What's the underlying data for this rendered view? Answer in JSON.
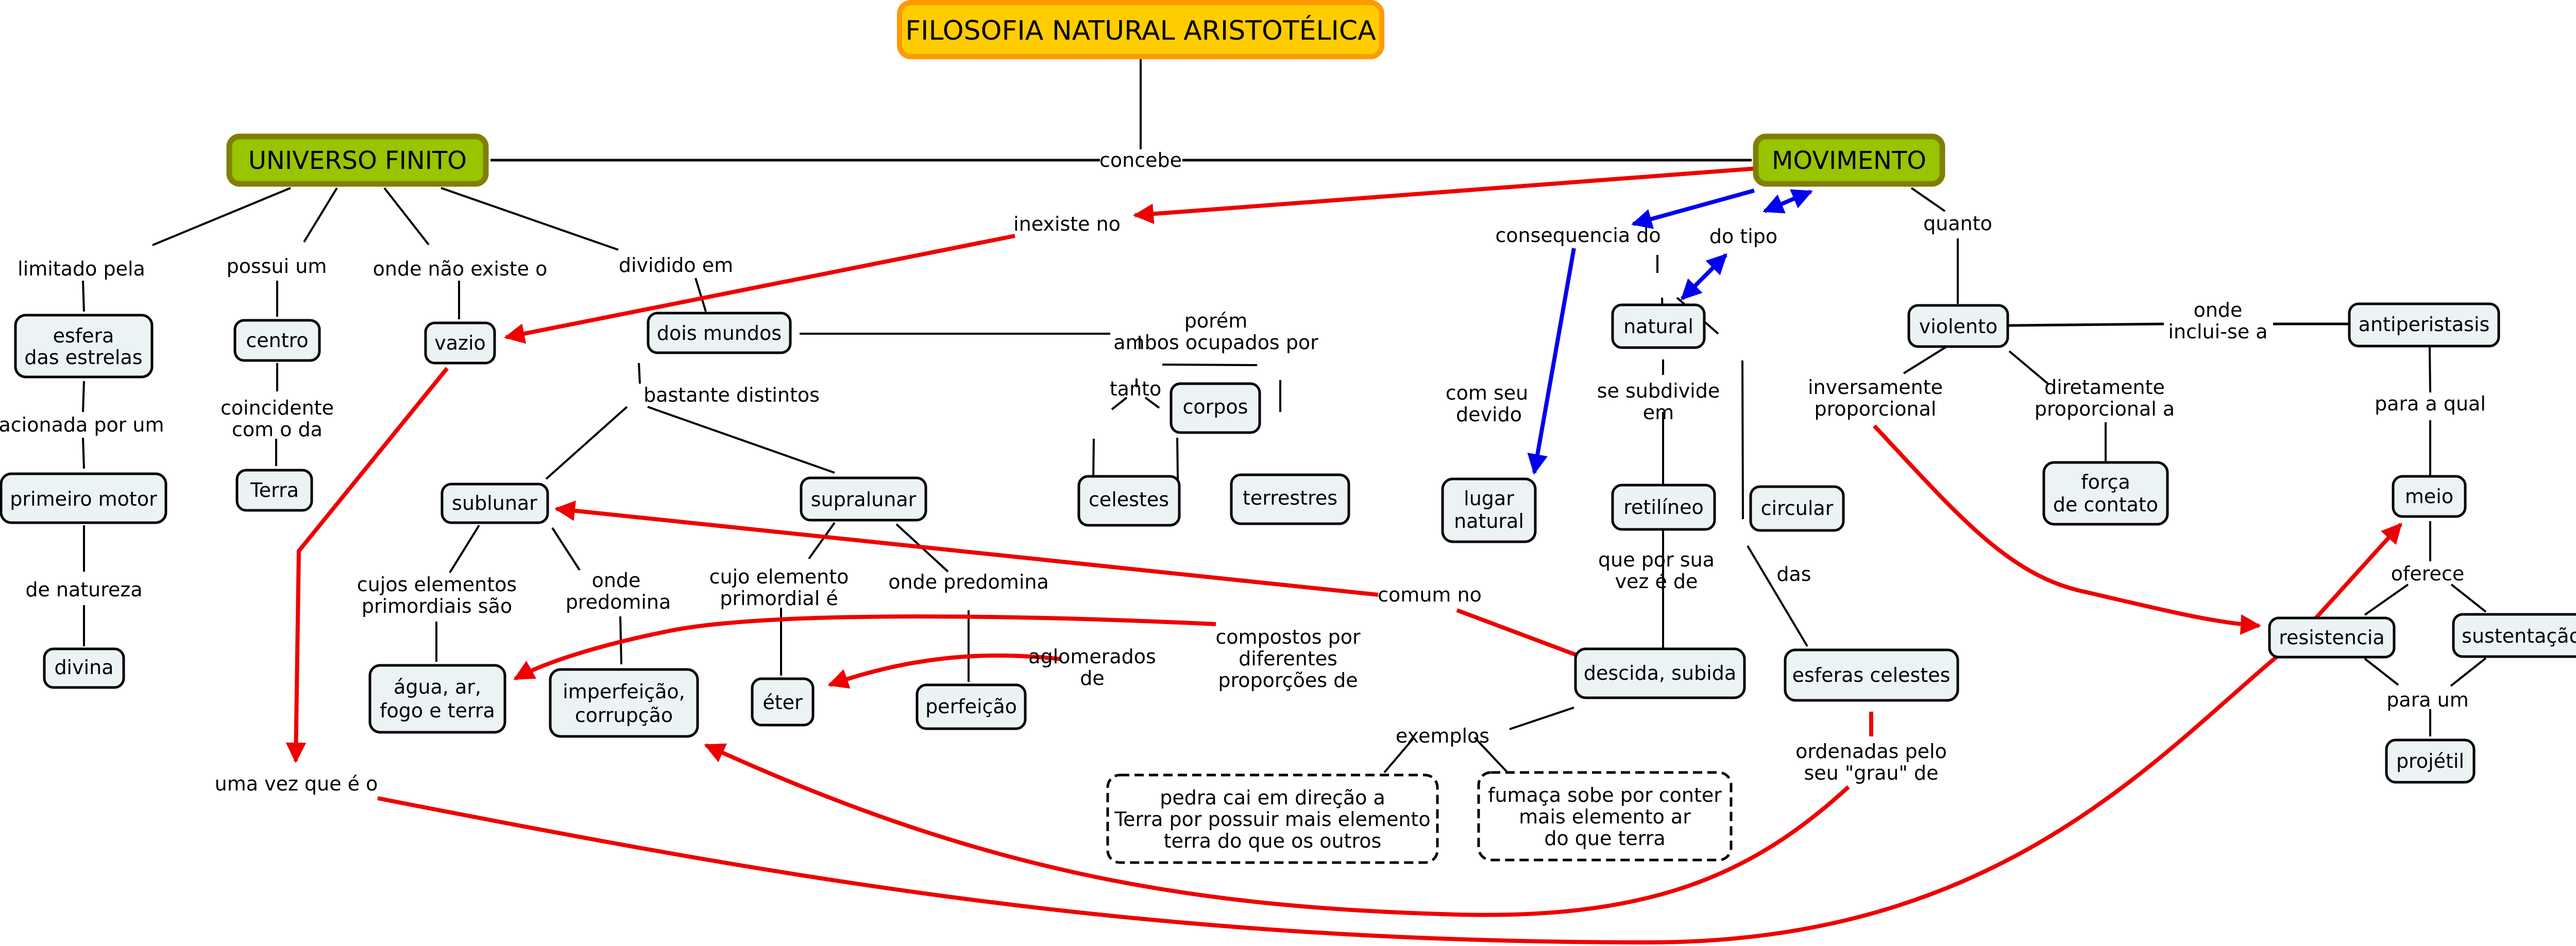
{
  "title": "FILOSOFIA NATURAL ARISTOTÉLICA",
  "colors": {
    "title_fill": "#ffcc00",
    "title_border": "#ff9900",
    "main_fill": "#99c400",
    "main_border": "#7f7f00",
    "concept_fill": "#ecf3f5",
    "red_link": "#ee0000",
    "blue_link": "#0000ee"
  },
  "main_concepts": {
    "universo": "UNIVERSO FINITO",
    "movimento": "MOVIMENTO"
  },
  "concepts": {
    "esfera": [
      "esfera",
      "das estrelas"
    ],
    "primeiro_motor": "primeiro motor",
    "divina": "divina",
    "centro": "centro",
    "terra": "Terra",
    "vazio": "vazio",
    "dois_mundos": "dois mundos",
    "sublunar": "sublunar",
    "supralunar": "supralunar",
    "agua": [
      "água, ar,",
      "fogo e terra"
    ],
    "imperfeicao": [
      "imperfeição,",
      "corrupção"
    ],
    "eter": "éter",
    "perfeicao": "perfeição",
    "corpos": "corpos",
    "celestes": "celestes",
    "terrestres": "terrestres",
    "lugar_natural": [
      "lugar",
      "natural"
    ],
    "natural": "natural",
    "retilineo": "retilíneo",
    "circular": "circular",
    "descida_subida": "descida, subida",
    "esferas_celestes": "esferas celestes",
    "violento": "violento",
    "forca_contato": [
      "força",
      "de contato"
    ],
    "antiperistasis": "antiperistasis",
    "meio": "meio",
    "resistencia": "resistencia",
    "sustentacao": "sustentação",
    "projetil": "projétil"
  },
  "examples": {
    "pedra": [
      "pedra cai em direção a",
      "Terra por possuir mais elemento",
      "terra do que os outros"
    ],
    "fumaca": [
      "fumaça sobe por conter",
      "mais elemento ar",
      "do que terra"
    ]
  },
  "linking_phrases": {
    "concebe": "concebe",
    "limitado_pela": "limitado pela",
    "possui_um": "possui um",
    "onde_nao_existe": "onde não existe o",
    "dividido_em": "dividido em",
    "acionada_por_um": "acionada por um",
    "coincidente": [
      "coincidente",
      "com o da"
    ],
    "de_natureza": "de natureza",
    "inexiste_no": "inexiste no",
    "bastante_distintos": "bastante distintos",
    "porem": [
      "porém",
      "ambos ocupados por"
    ],
    "cujos_elementos": [
      "cujos elementos",
      "primordiais são"
    ],
    "onde_predomina_sub": [
      "onde",
      "predomina"
    ],
    "cujo_elemento": [
      "cujo elemento",
      "primordial é"
    ],
    "onde_predomina_sup": "onde predomina",
    "tanto": "tanto",
    "aglomerados": [
      "aglomerados",
      "de"
    ],
    "compostos": [
      "compostos por",
      "diferentes",
      "proporções de"
    ],
    "com_seu_devido": [
      "com seu",
      "devido"
    ],
    "comum_no": "comum no",
    "uma_vez_que": "uma vez que é o",
    "consequencia_do": "consequencia do",
    "do_tipo": "do tipo",
    "quanto": "quanto",
    "se_subdivide": [
      "se subdivide",
      "em"
    ],
    "que_por_sua_vez": [
      "que por sua",
      "vez é de"
    ],
    "das": "das",
    "exemplos": "exemplos",
    "ordenadas": [
      "ordenadas pelo",
      "seu \"grau\" de"
    ],
    "inversamente": [
      "inversamente",
      "proporcional"
    ],
    "diretamente": [
      "diretamente",
      "proporcional a"
    ],
    "onde_inclui": [
      "onde",
      "inclui-se a"
    ],
    "para_a_qual": "para a qual",
    "oferece": "oferece",
    "para_um": "para um"
  }
}
